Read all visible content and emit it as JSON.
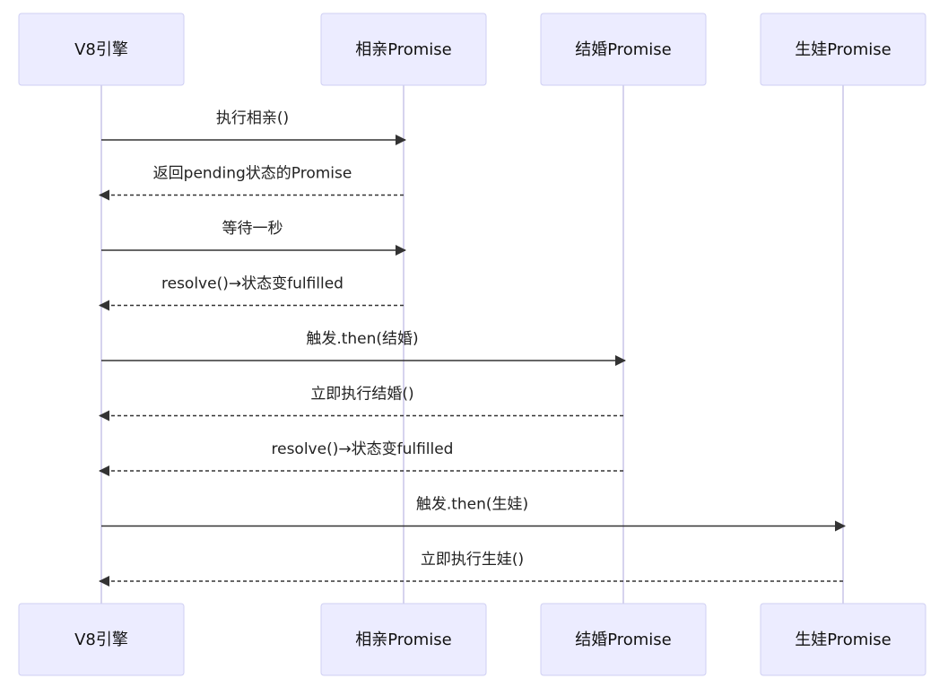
{
  "participants": [
    {
      "id": "v8",
      "label": "V8引擎"
    },
    {
      "id": "xiangqin",
      "label": "相亲Promise"
    },
    {
      "id": "jiehun",
      "label": "结婚Promise"
    },
    {
      "id": "shengwa",
      "label": "生娃Promise"
    }
  ],
  "messages": [
    {
      "from": "v8",
      "to": "xiangqin",
      "label": "执行相亲()",
      "style": "solid"
    },
    {
      "from": "xiangqin",
      "to": "v8",
      "label": "返回pending状态的Promise",
      "style": "dashed"
    },
    {
      "from": "v8",
      "to": "xiangqin",
      "label": "等待一秒",
      "style": "solid"
    },
    {
      "from": "xiangqin",
      "to": "v8",
      "label": "resolve()→状态变fulfilled",
      "style": "dashed"
    },
    {
      "from": "v8",
      "to": "jiehun",
      "label": "触发.then(结婚)",
      "style": "solid"
    },
    {
      "from": "jiehun",
      "to": "v8",
      "label": "立即执行结婚()",
      "style": "dashed"
    },
    {
      "from": "jiehun",
      "to": "v8",
      "label": "resolve()→状态变fulfilled",
      "style": "dashed"
    },
    {
      "from": "v8",
      "to": "shengwa",
      "label": "触发.then(生娃)",
      "style": "solid"
    },
    {
      "from": "shengwa",
      "to": "v8",
      "label": "立即执行生娃()",
      "style": "dashed"
    }
  ]
}
